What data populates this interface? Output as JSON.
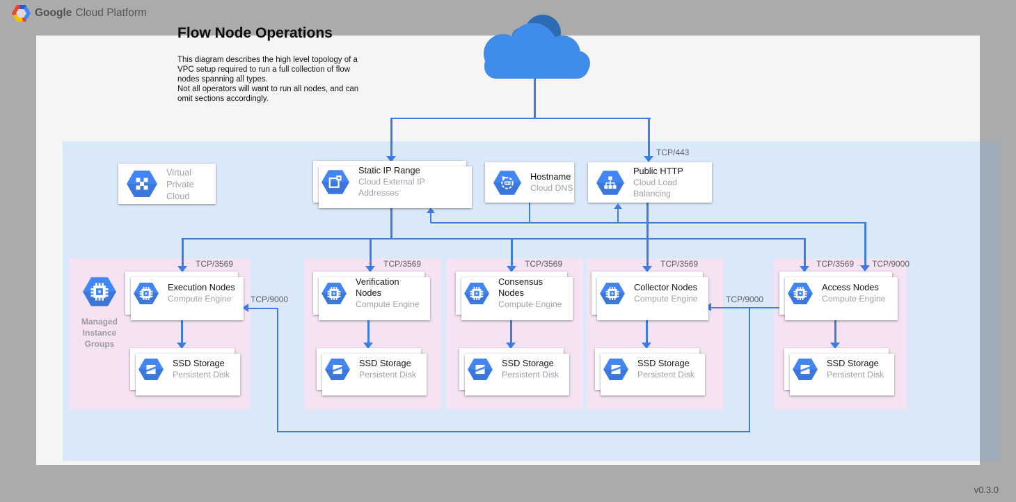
{
  "header": {
    "brand_bold": "Google",
    "brand_light": "Cloud Platform"
  },
  "title": "Flow Node Operations",
  "description": "This diagram describes the high level topology of a\nVPC setup required to run a full collection of flow\nnodes spanning all types.\nNot all operators will want to run all nodes, and can\nomit sections accordingly.",
  "version": "v0.3.0",
  "colors": {
    "background": "#ababab",
    "canvas": "#f5f5f6",
    "vpc_region": "#dae9f9",
    "group_pink": "#f5e3f4",
    "connector_blue": "#3d7ce2",
    "icon_blue": "#4285f4",
    "cloud_light": "#3f8ceb",
    "cloud_dark": "#2d6cb3"
  },
  "diagram": {
    "internet_icon": "internet-cloud-icon"
  },
  "services": {
    "vpc": {
      "label": "Virtual\nPrivate Cloud",
      "icon": "vpc-icon"
    },
    "static_ip": {
      "title": "Static IP Range",
      "subtitle": "Cloud External IP Addresses",
      "icon": "external-ip-icon"
    },
    "hostname": {
      "title": "Hostname",
      "subtitle": "Cloud DNS",
      "icon": "cloud-dns-icon"
    },
    "public_http": {
      "title": "Public HTTP",
      "subtitle": "Cloud Load Balancing",
      "icon": "load-balancer-icon"
    }
  },
  "managed_instance_groups_label": "Managed\nInstance\nGroups",
  "node_groups": [
    {
      "title": "Execution Nodes",
      "subtitle": "Compute Engine",
      "storage_title": "SSD Storage",
      "storage_subtitle": "Persistent Disk"
    },
    {
      "title": "Verification Nodes",
      "subtitle": "Compute Engine",
      "storage_title": "SSD Storage",
      "storage_subtitle": "Persistent Disk"
    },
    {
      "title": "Consensus Nodes",
      "subtitle": "Compute Engine",
      "storage_title": "SSD Storage",
      "storage_subtitle": "Persistent Disk"
    },
    {
      "title": "Collector Nodes",
      "subtitle": "Compute Engine",
      "storage_title": "SSD Storage",
      "storage_subtitle": "Persistent Disk"
    },
    {
      "title": "Access Nodes",
      "subtitle": "Compute Engine",
      "storage_title": "SSD Storage",
      "storage_subtitle": "Persistent Disk"
    }
  ],
  "port_labels": {
    "https": "TCP/443",
    "flow": "TCP/3569",
    "api": "TCP/9000"
  }
}
